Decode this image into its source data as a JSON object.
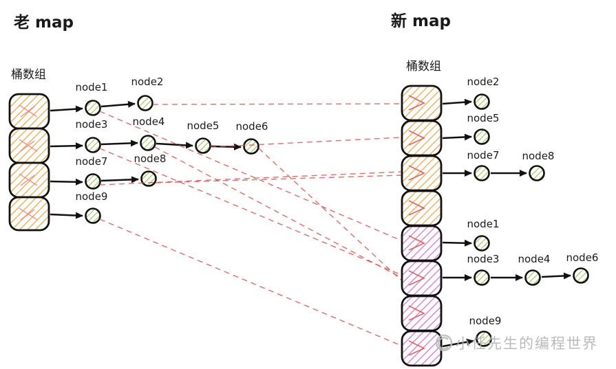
{
  "old_map": {
    "title": "老 map",
    "bucket_label": "桶数组",
    "bucket_count": 4,
    "chains": [
      {
        "bucket": 0,
        "nodes": [
          "node1",
          "node2"
        ]
      },
      {
        "bucket": 1,
        "nodes": [
          "node3",
          "node4",
          "node5",
          "node6"
        ]
      },
      {
        "bucket": 2,
        "nodes": [
          "node7",
          "node8"
        ]
      },
      {
        "bucket": 3,
        "nodes": [
          "node9"
        ]
      }
    ]
  },
  "new_map": {
    "title": "新 map",
    "bucket_label": "桶数组",
    "bucket_count": 8,
    "chains": [
      {
        "bucket": 0,
        "nodes": [
          "node2"
        ]
      },
      {
        "bucket": 1,
        "nodes": [
          "node5"
        ]
      },
      {
        "bucket": 2,
        "nodes": [
          "node7",
          "node8"
        ]
      },
      {
        "bucket": 3,
        "nodes": []
      },
      {
        "bucket": 4,
        "nodes": [
          "node1"
        ]
      },
      {
        "bucket": 5,
        "nodes": [
          "node3",
          "node4",
          "node6"
        ]
      },
      {
        "bucket": 6,
        "nodes": []
      },
      {
        "bucket": 7,
        "nodes": [
          "node9"
        ]
      }
    ]
  },
  "rehash_links": [
    {
      "node": "node1",
      "to_bucket": 4
    },
    {
      "node": "node2",
      "to_bucket": 0
    },
    {
      "node": "node3",
      "to_bucket": 5
    },
    {
      "node": "node4",
      "to_bucket": 5
    },
    {
      "node": "node5",
      "to_bucket": 1
    },
    {
      "node": "node6",
      "to_bucket": 5
    },
    {
      "node": "node7",
      "to_bucket": 2
    },
    {
      "node": "node8",
      "to_bucket": 2
    },
    {
      "node": "node9",
      "to_bucket": 7
    }
  ],
  "watermark": {
    "text": "小任先生的编程世界"
  },
  "colors": {
    "old_bucket_hatch": "#f0a23a",
    "new_bucket_hatch_low": "#f0a23a",
    "new_bucket_hatch_high": "#cf6ecf",
    "node_hatch": "#93bf45",
    "rehash_link": "#d9534f",
    "outline": "#111111"
  }
}
